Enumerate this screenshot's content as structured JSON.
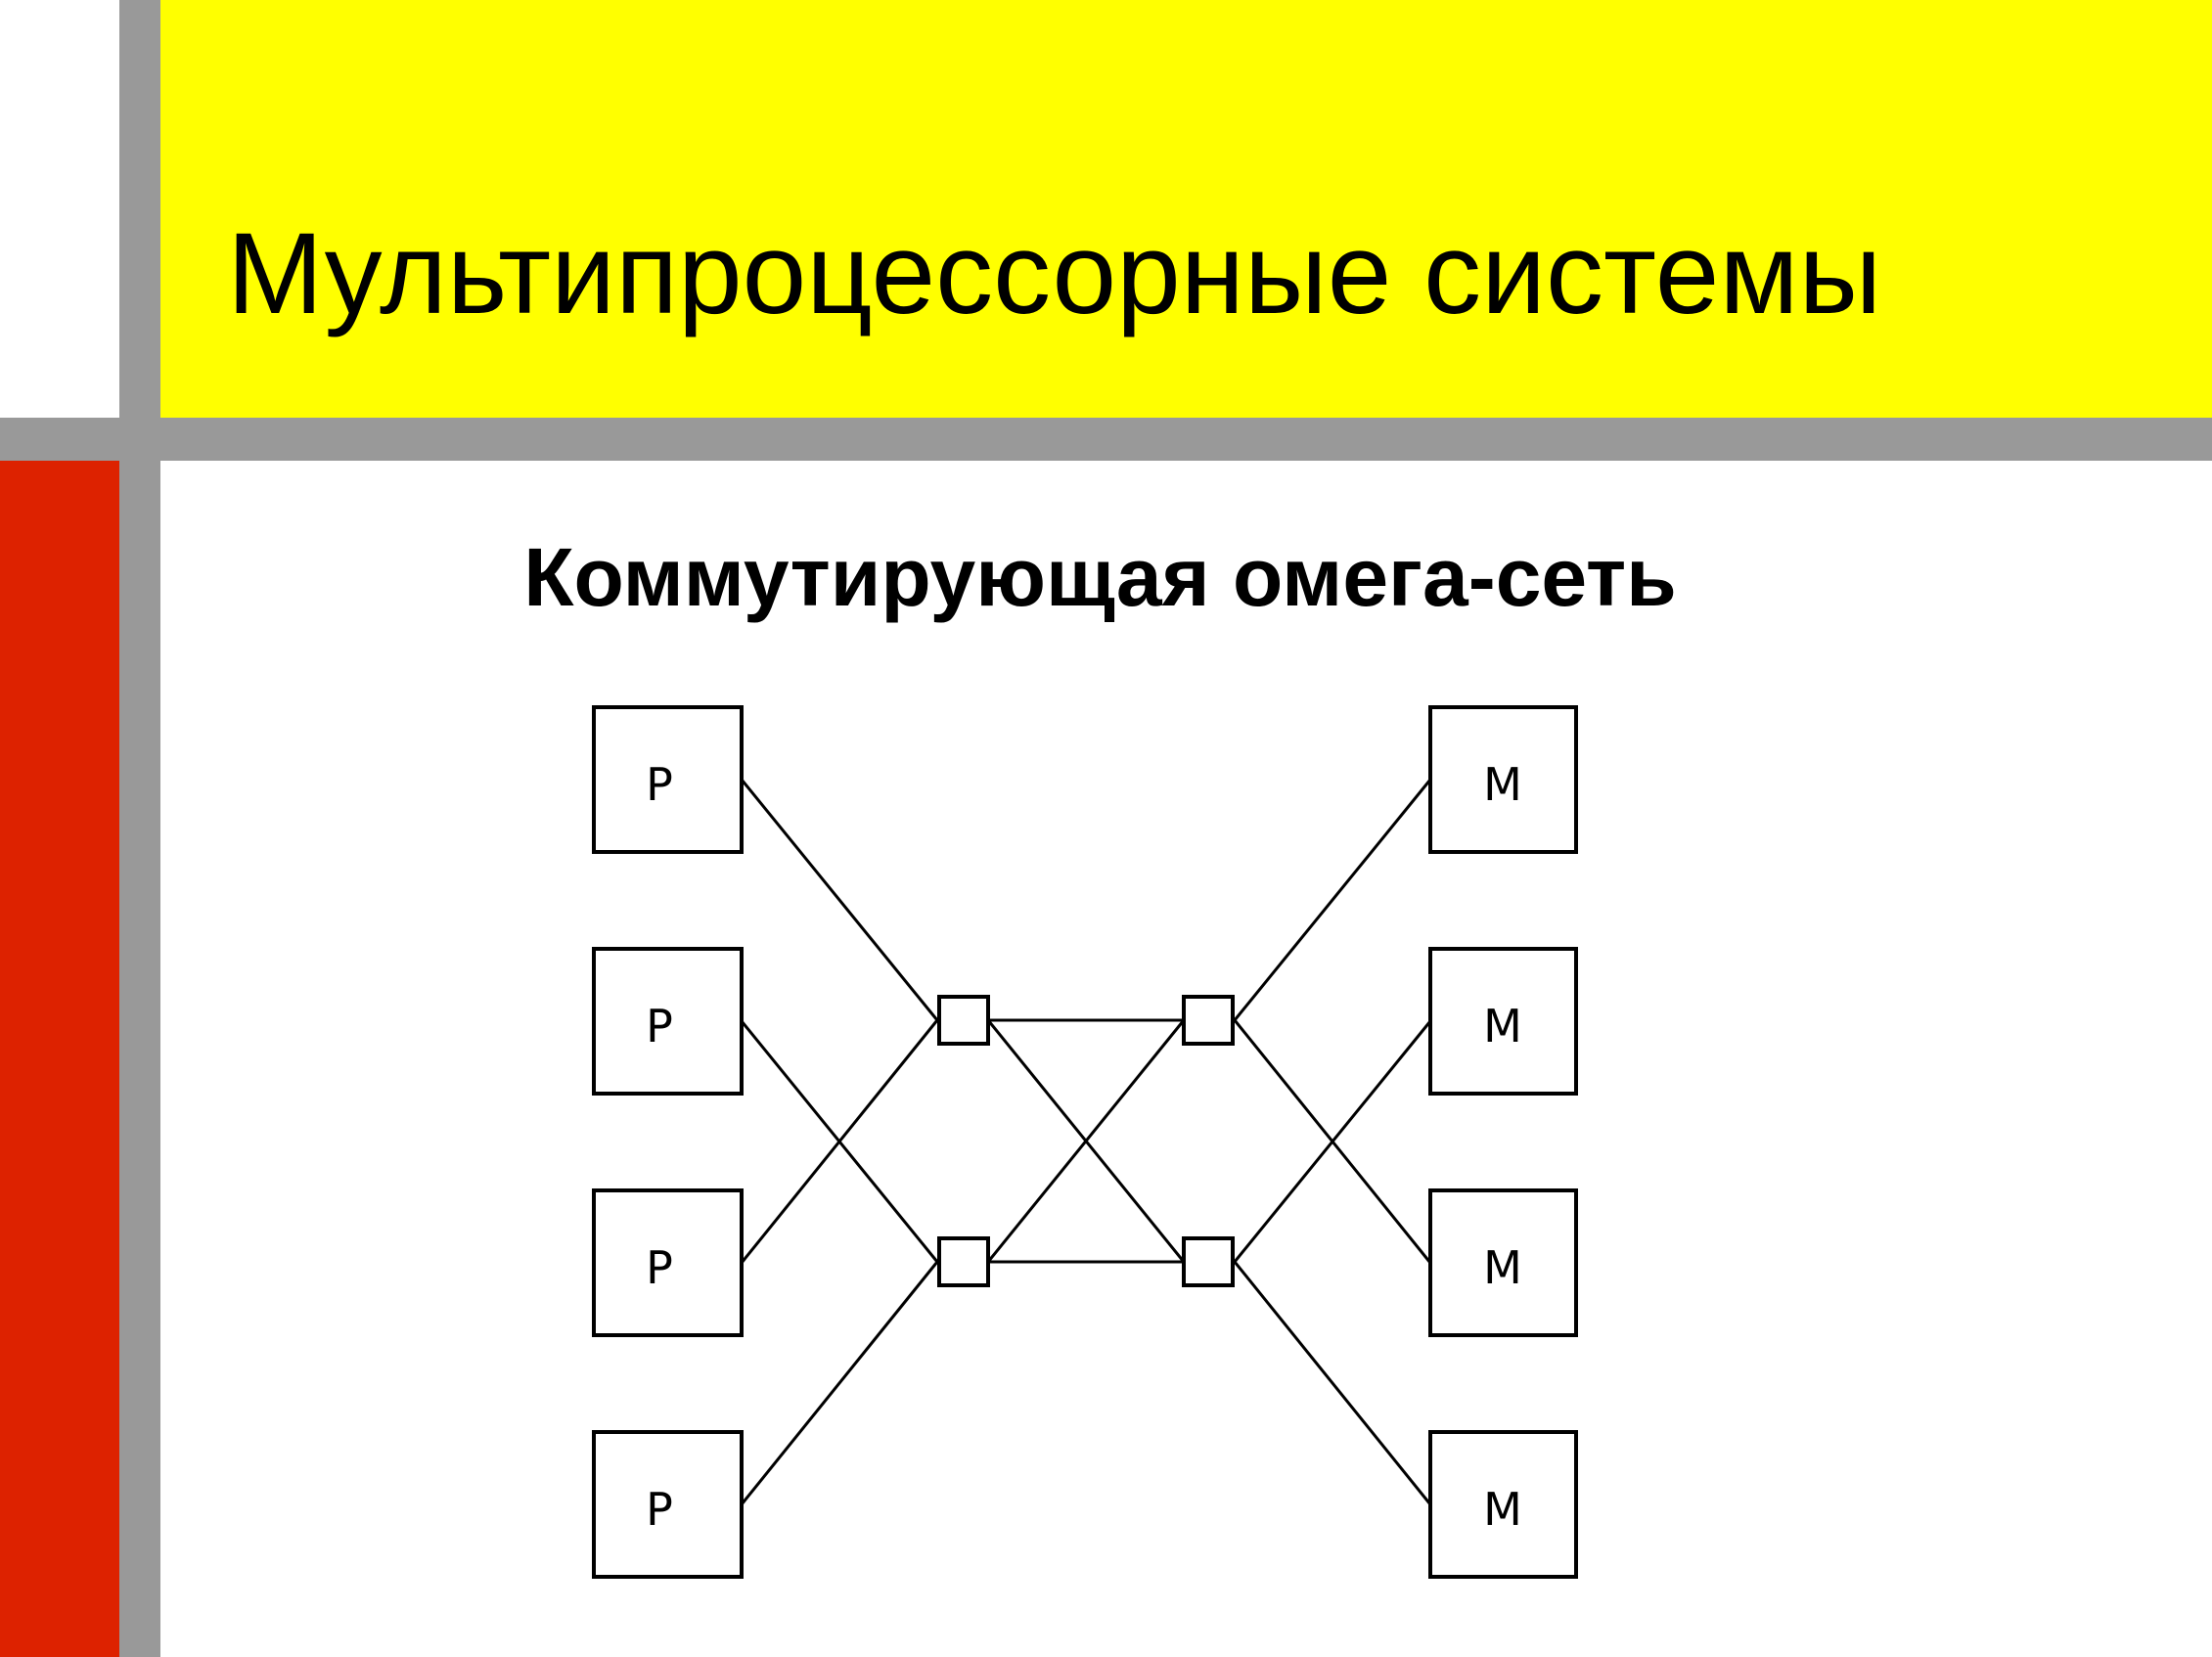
{
  "slide": {
    "title": "Мультипроцессорные системы",
    "subtitle": "Коммутирующая омега-сеть"
  },
  "diagram": {
    "processors": [
      "P",
      "P",
      "P",
      "P"
    ],
    "memories": [
      "M",
      "M",
      "M",
      "M"
    ]
  },
  "colors": {
    "title_band": "#ffff00",
    "accent_bar": "#dd2200",
    "divider": "#999999"
  }
}
